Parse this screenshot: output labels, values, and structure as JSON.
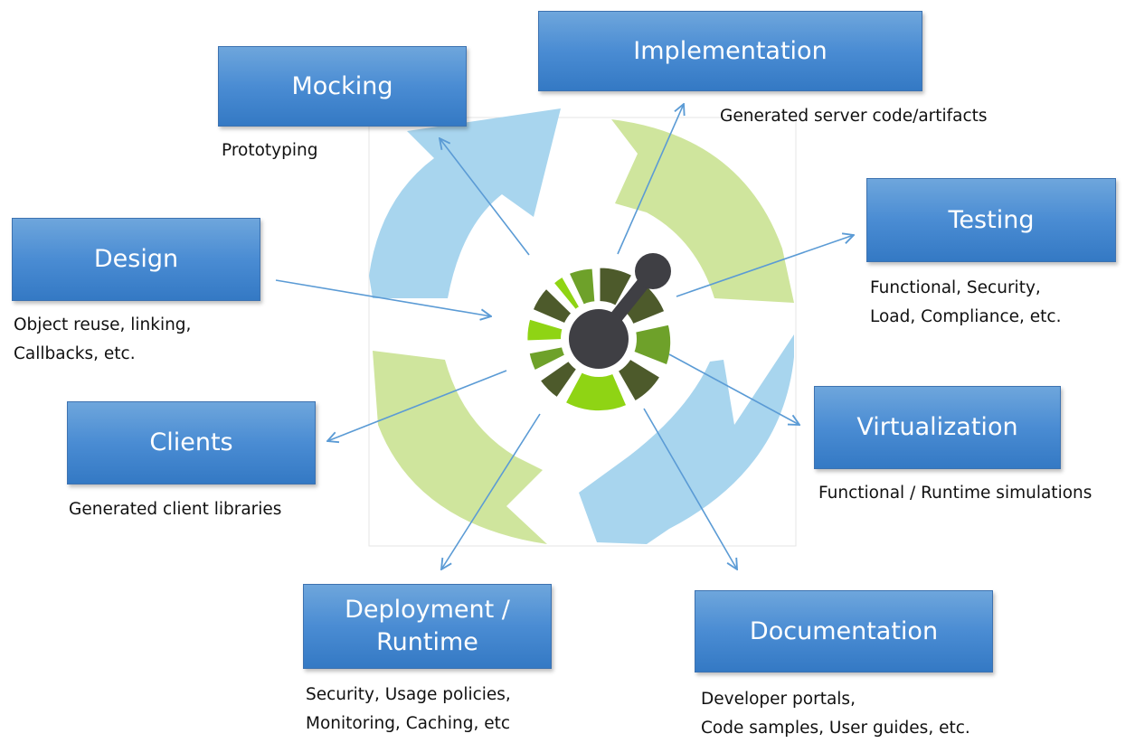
{
  "nodes": {
    "mocking": {
      "label": "Mocking",
      "desc": [
        "Prototyping"
      ]
    },
    "implementation": {
      "label": "Implementation",
      "desc": [
        "Generated server code/artifacts"
      ]
    },
    "design": {
      "label": "Design",
      "desc": [
        "Object reuse, linking,",
        "Callbacks, etc."
      ]
    },
    "testing": {
      "label": "Testing",
      "desc": [
        "Functional, Security,",
        "Load, Compliance, etc."
      ]
    },
    "clients": {
      "label": "Clients",
      "desc": [
        "Generated client libraries"
      ]
    },
    "virtualization": {
      "label": "Virtualization",
      "desc": [
        "Functional / Runtime simulations"
      ]
    },
    "deployment": {
      "label": [
        "Deployment /",
        "Runtime"
      ],
      "desc": [
        "Security, Usage policies,",
        "Monitoring, Caching, etc"
      ]
    },
    "documentation": {
      "label": "Documentation",
      "desc": [
        "Developer portals,",
        "Code samples, User guides, etc."
      ]
    }
  },
  "colors": {
    "box_top": "#6ea6dc",
    "box_bottom": "#3479c4",
    "cycle_blue": "#a8d5ee",
    "cycle_green": "#cfe59d",
    "arrow": "#5b9bd5",
    "logo_dark": "#3f3f44",
    "logo_olive": "#4d5a2b",
    "logo_green": "#6ea12a",
    "logo_lime": "#8fd414"
  }
}
